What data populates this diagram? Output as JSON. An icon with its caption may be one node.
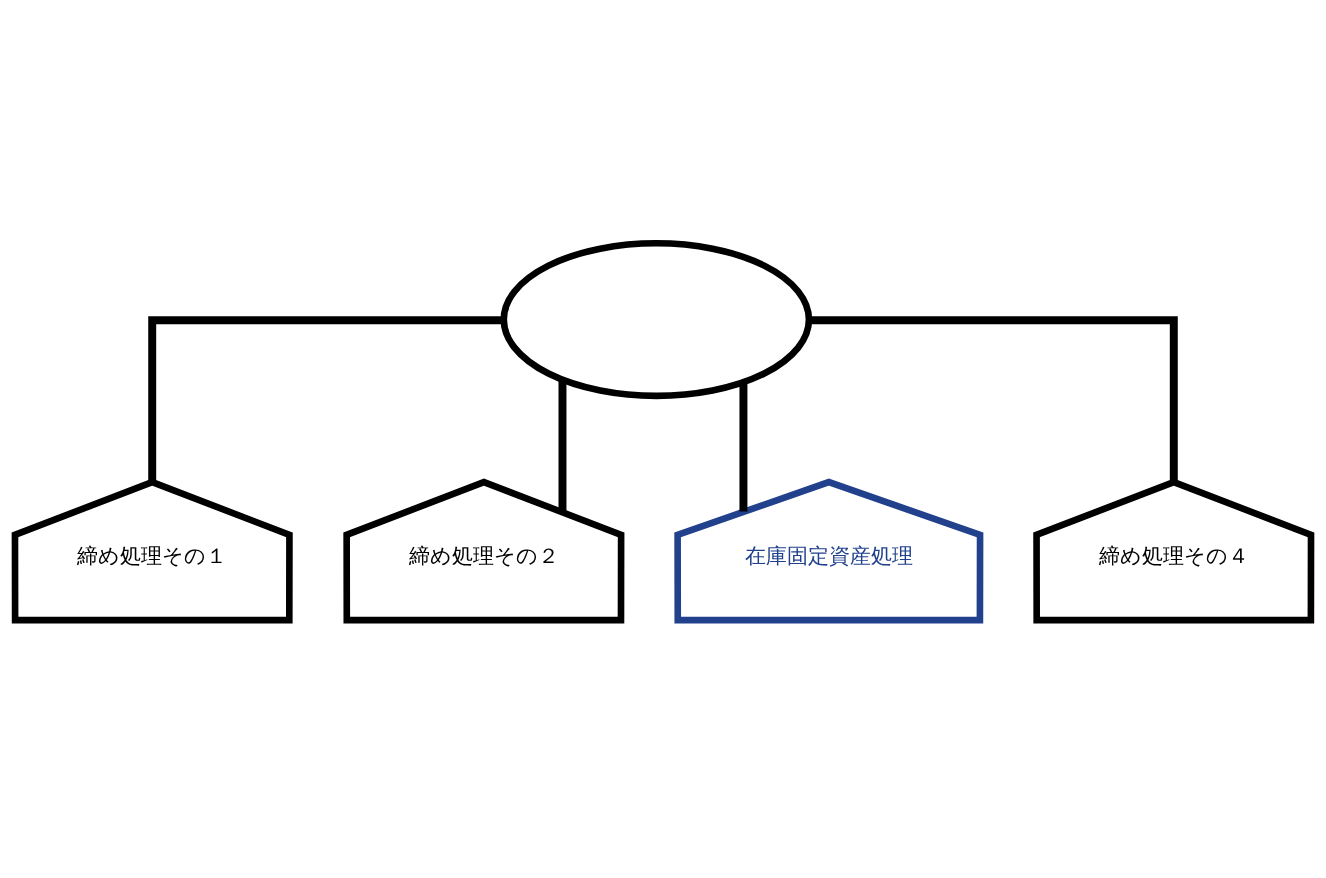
{
  "diagram": {
    "nodes": [
      {
        "text": [],
        "shape": "cloud"
      },
      {
        "text": [
          "締め処理その１"
        ]
      },
      {
        "text": [
          "締め処理その２"
        ]
      },
      {
        "text": [
          "在庫固定資産処理"
        ]
      },
      {
        "text": [
          "締め処理その４"
        ]
      }
    ],
    "edges": [
      {
        "from": 0,
        "to": 1,
        "arrow": "none"
      },
      {
        "from": 0,
        "to": 2,
        "arrow": "none"
      },
      {
        "from": 0,
        "to": 3,
        "arrow": "none"
      },
      {
        "from": 0,
        "to": 4,
        "arrow": "none"
      }
    ]
  }
}
